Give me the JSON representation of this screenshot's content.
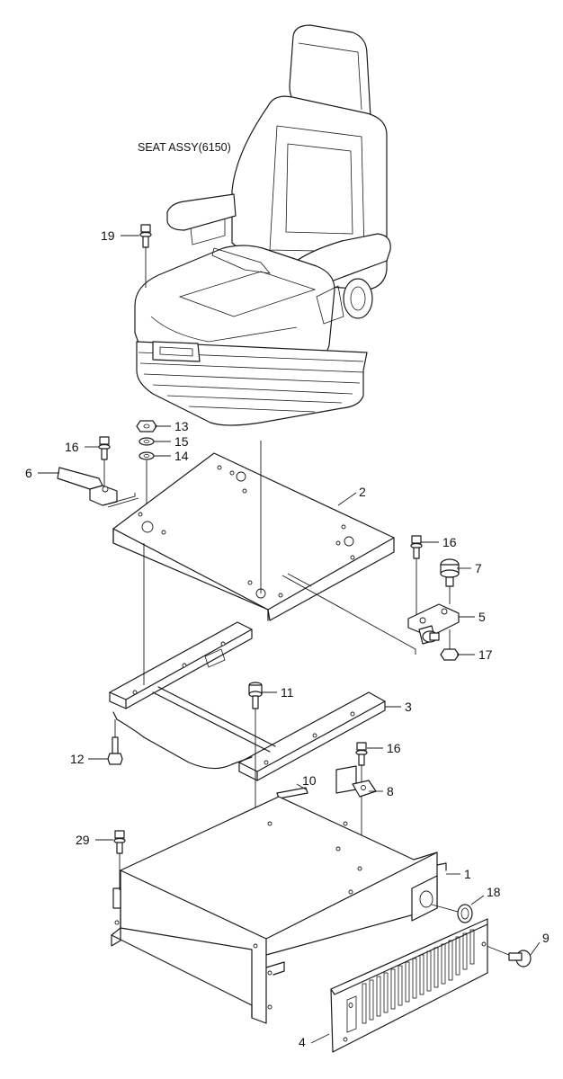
{
  "title": "SEAT ASSY(6150)",
  "callouts": [
    {
      "id": "c19",
      "text": "19"
    },
    {
      "id": "c13",
      "text": "13"
    },
    {
      "id": "c15",
      "text": "15"
    },
    {
      "id": "c14",
      "text": "14"
    },
    {
      "id": "c16a",
      "text": "16"
    },
    {
      "id": "c6",
      "text": "6"
    },
    {
      "id": "c2",
      "text": "2"
    },
    {
      "id": "c16b",
      "text": "16"
    },
    {
      "id": "c7",
      "text": "7"
    },
    {
      "id": "c5",
      "text": "5"
    },
    {
      "id": "c17",
      "text": "17"
    },
    {
      "id": "c11",
      "text": "11"
    },
    {
      "id": "c3",
      "text": "3"
    },
    {
      "id": "c12",
      "text": "12"
    },
    {
      "id": "c16c",
      "text": "16"
    },
    {
      "id": "c10",
      "text": "10"
    },
    {
      "id": "c8",
      "text": "8"
    },
    {
      "id": "c29",
      "text": "29"
    },
    {
      "id": "c1",
      "text": "1"
    },
    {
      "id": "c18",
      "text": "18"
    },
    {
      "id": "c9",
      "text": "9"
    },
    {
      "id": "c4",
      "text": "4"
    }
  ]
}
